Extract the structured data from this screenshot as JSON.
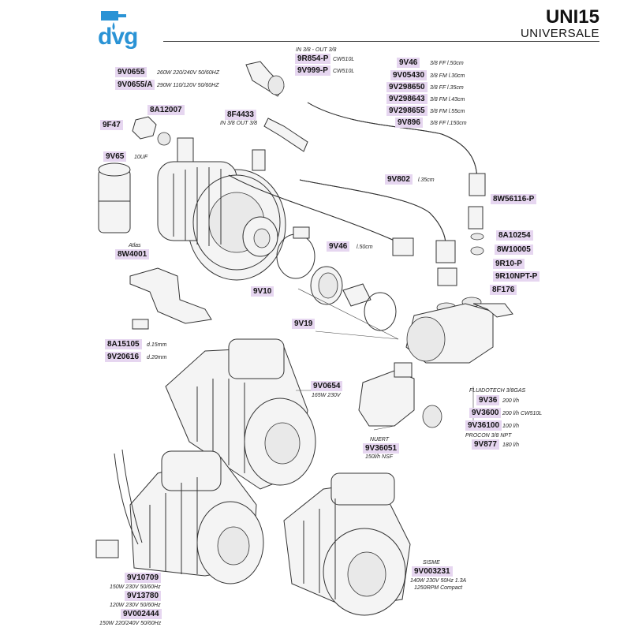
{
  "header": {
    "brand": "dvg",
    "title": "UNI15",
    "subtitle": "UNIVERSALE"
  },
  "colors": {
    "brand_blue": "#2a93d5",
    "label_bg": "#e6d6f0"
  },
  "labels": [
    {
      "id": "9V0655",
      "code": "9V0655",
      "desc": "260W 220/240V 50/60HZ"
    },
    {
      "id": "9V0655A",
      "code": "9V0655/A",
      "desc": "290W 110/120V 50/60HZ"
    },
    {
      "id": "8A12007",
      "code": "8A12007",
      "desc": ""
    },
    {
      "id": "9F47",
      "code": "9F47",
      "desc": ""
    },
    {
      "id": "9V65",
      "code": "9V65",
      "desc": "10UF"
    },
    {
      "id": "8W4001",
      "code": "8W4001",
      "desc": "",
      "caption": "Atlas"
    },
    {
      "id": "9R854P",
      "code": "9R854-P",
      "desc": "CW510L",
      "caption": "IN 3/8 - OUT 3/8"
    },
    {
      "id": "9V999P",
      "code": "9V999-P",
      "desc": "CW510L"
    },
    {
      "id": "8F4433",
      "code": "8F4433",
      "desc": "IN 3/8 OUT 3/8"
    },
    {
      "id": "9V46a",
      "code": "9V46",
      "desc": "3/8 FF l.50cm"
    },
    {
      "id": "9V05430",
      "code": "9V05430",
      "desc": "3/8 FM l.30cm"
    },
    {
      "id": "9V298650",
      "code": "9V298650",
      "desc": "3/8 FF l.35cm"
    },
    {
      "id": "9V298643",
      "code": "9V298643",
      "desc": "3/8 FM l.43cm"
    },
    {
      "id": "9V298655",
      "code": "9V298655",
      "desc": "3/8 FM l.55cm"
    },
    {
      "id": "9V896",
      "code": "9V896",
      "desc": "3/8 FF l.150cm"
    },
    {
      "id": "9V802",
      "code": "9V802",
      "desc": "l.35cm"
    },
    {
      "id": "9V46b",
      "code": "9V46",
      "desc": "l.50cm"
    },
    {
      "id": "8W56116P",
      "code": "8W56116-P",
      "desc": ""
    },
    {
      "id": "8A10254",
      "code": "8A10254",
      "desc": ""
    },
    {
      "id": "8W10005",
      "code": "8W10005",
      "desc": ""
    },
    {
      "id": "9R10P",
      "code": "9R10-P",
      "desc": ""
    },
    {
      "id": "9R10NPTP",
      "code": "9R10NPT-P",
      "desc": ""
    },
    {
      "id": "8F176",
      "code": "8F176",
      "desc": ""
    },
    {
      "id": "9V10",
      "code": "9V10",
      "desc": ""
    },
    {
      "id": "9V19",
      "code": "9V19",
      "desc": ""
    },
    {
      "id": "8A15105",
      "code": "8A15105",
      "desc": "d.15mm"
    },
    {
      "id": "9V20616",
      "code": "9V20616",
      "desc": "d.20mm"
    },
    {
      "id": "9V0654",
      "code": "9V0654",
      "desc": "165W 230V"
    },
    {
      "id": "9V36",
      "code": "9V36",
      "desc": "200 l/h",
      "caption": "FLUIDOTECH 3/8GAS"
    },
    {
      "id": "9V3600",
      "code": "9V3600",
      "desc": "200 l/h CW510L"
    },
    {
      "id": "9V36100",
      "code": "9V36100",
      "desc": "100 l/h"
    },
    {
      "id": "9V877",
      "code": "9V877",
      "desc": "180 l/h",
      "caption": "PROCON 3/8 NPT"
    },
    {
      "id": "9V36051",
      "code": "9V36051",
      "desc": "150l/h NSF",
      "caption": "NUERT"
    },
    {
      "id": "9V10709",
      "code": "9V10709",
      "desc": "150W 230V 50/60Hz"
    },
    {
      "id": "9V13780",
      "code": "9V13780",
      "desc": "120W 230V 50/60Hz"
    },
    {
      "id": "9V002444",
      "code": "9V002444",
      "desc": "150W 220/240V 50/60Hz"
    },
    {
      "id": "9V003231",
      "code": "9V003231",
      "desc": "140W 230V 50Hz 1.3A",
      "desc2": "1250RPM Compact",
      "caption": "SISME"
    }
  ]
}
